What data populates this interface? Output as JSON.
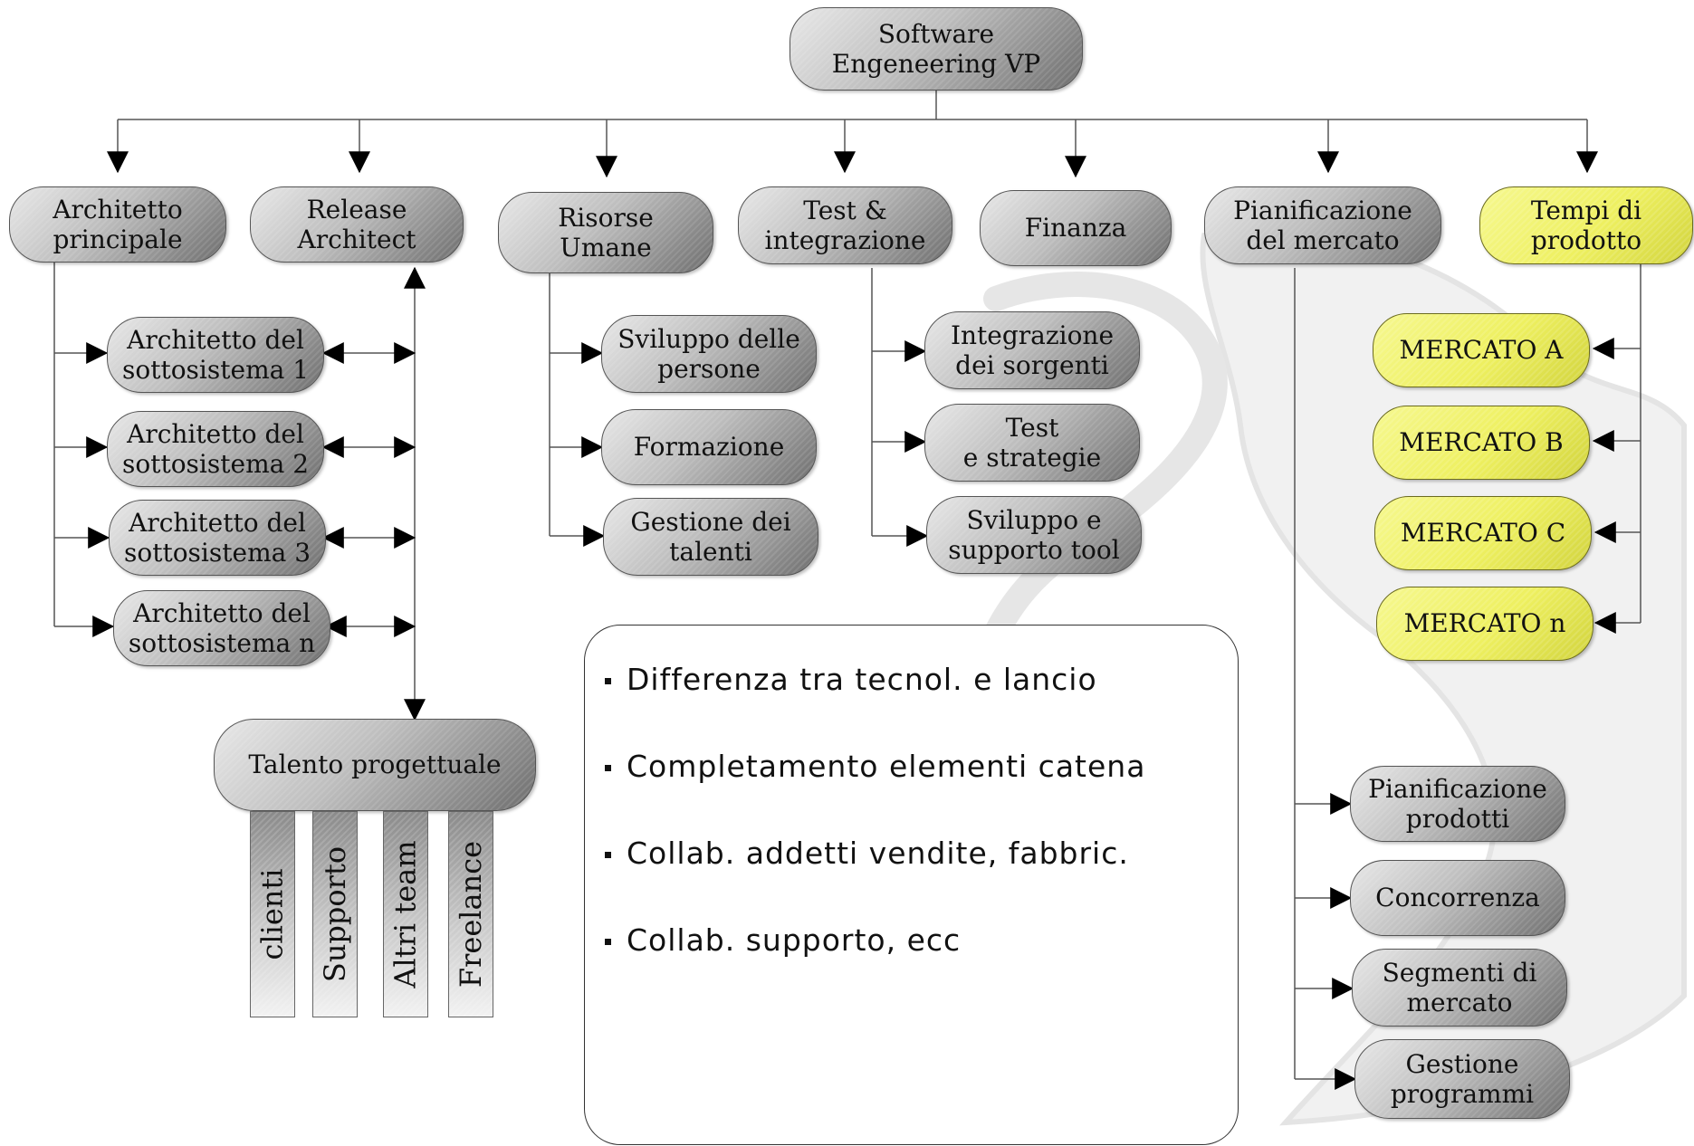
{
  "root": {
    "label": "Software\nEngeneering VP"
  },
  "level1": [
    {
      "id": "architetto-principale",
      "label": "Architetto\nprincipale"
    },
    {
      "id": "release-architect",
      "label": "Release\nArchitect"
    },
    {
      "id": "risorse-umane",
      "label": "Risorse\nUmane"
    },
    {
      "id": "test-integrazione",
      "label": "Test &\nintegrazione"
    },
    {
      "id": "finanza",
      "label": "Finanza"
    },
    {
      "id": "pianificazione-mercato",
      "label": "Pianificazione\ndel mercato"
    },
    {
      "id": "tempi-prodotto",
      "label": "Tempi di\nprodotto"
    }
  ],
  "architects": [
    "Architetto del\nsottosistema 1",
    "Architetto del\nsottosistema 2",
    "Architetto del\nsottosistema 3",
    "Architetto del\nsottosistema n"
  ],
  "hr": [
    "Sviluppo delle\npersone",
    "Formazione",
    "Gestione dei\ntalenti"
  ],
  "test": [
    "Integrazione\ndei sorgenti",
    "Test\ne strategie",
    "Sviluppo e\nsupporto tool"
  ],
  "markets": [
    "MERCATO A",
    "MERCATO B",
    "MERCATO C",
    "MERCATO n"
  ],
  "planning": [
    "Pianificazione\nprodotti",
    "Concorrenza",
    "Segmenti di\nmercato",
    "Gestione\nprogrammi"
  ],
  "talent": {
    "label": "Talento progettuale",
    "pillars": [
      "clienti",
      "Supporto",
      "Altri team",
      "Freelance"
    ]
  },
  "notes": [
    "Differenza tra tecnol. e lancio",
    "Completamento elementi catena",
    "Collab. addetti vendite, fabbric.",
    "Collab. supporto, ecc"
  ],
  "colors": {
    "node_gray": "#b8b8b8",
    "node_yellow": "#eef060",
    "line": "#555555",
    "arrow": "#000000"
  }
}
